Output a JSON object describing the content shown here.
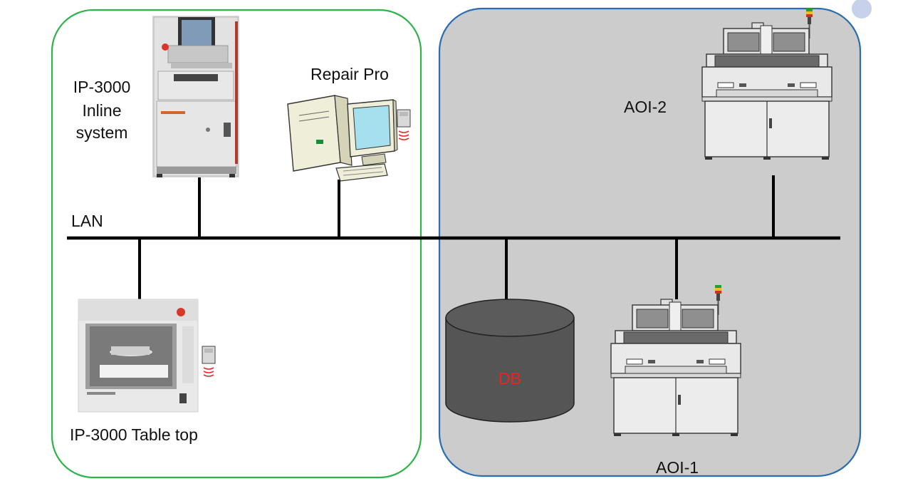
{
  "labels": {
    "inline_system": [
      "IP-3000",
      "Inline",
      "system"
    ],
    "repair_pro": "Repair Pro",
    "lan": "LAN",
    "table_top": "IP-3000 Table top",
    "db": "DB",
    "aoi_2": "AOI-2",
    "aoi_1": "AOI-1"
  },
  "colors": {
    "left_group_border": "#2db34a",
    "right_group_border": "#2a6db3",
    "right_group_fill": "#cccccc",
    "db_fill": "#555555",
    "db_label": "#e8261f",
    "lan_line": "#000000",
    "corner_dot": "#c7d2ea"
  },
  "icons": {
    "inline_system": "inline-inspection-machine-photo",
    "repair_pro": "desktop-computer-with-scanner",
    "table_top": "tabletop-inspection-machine-photo",
    "db": "database-cylinder",
    "aoi": "aoi-machine-drawing"
  }
}
